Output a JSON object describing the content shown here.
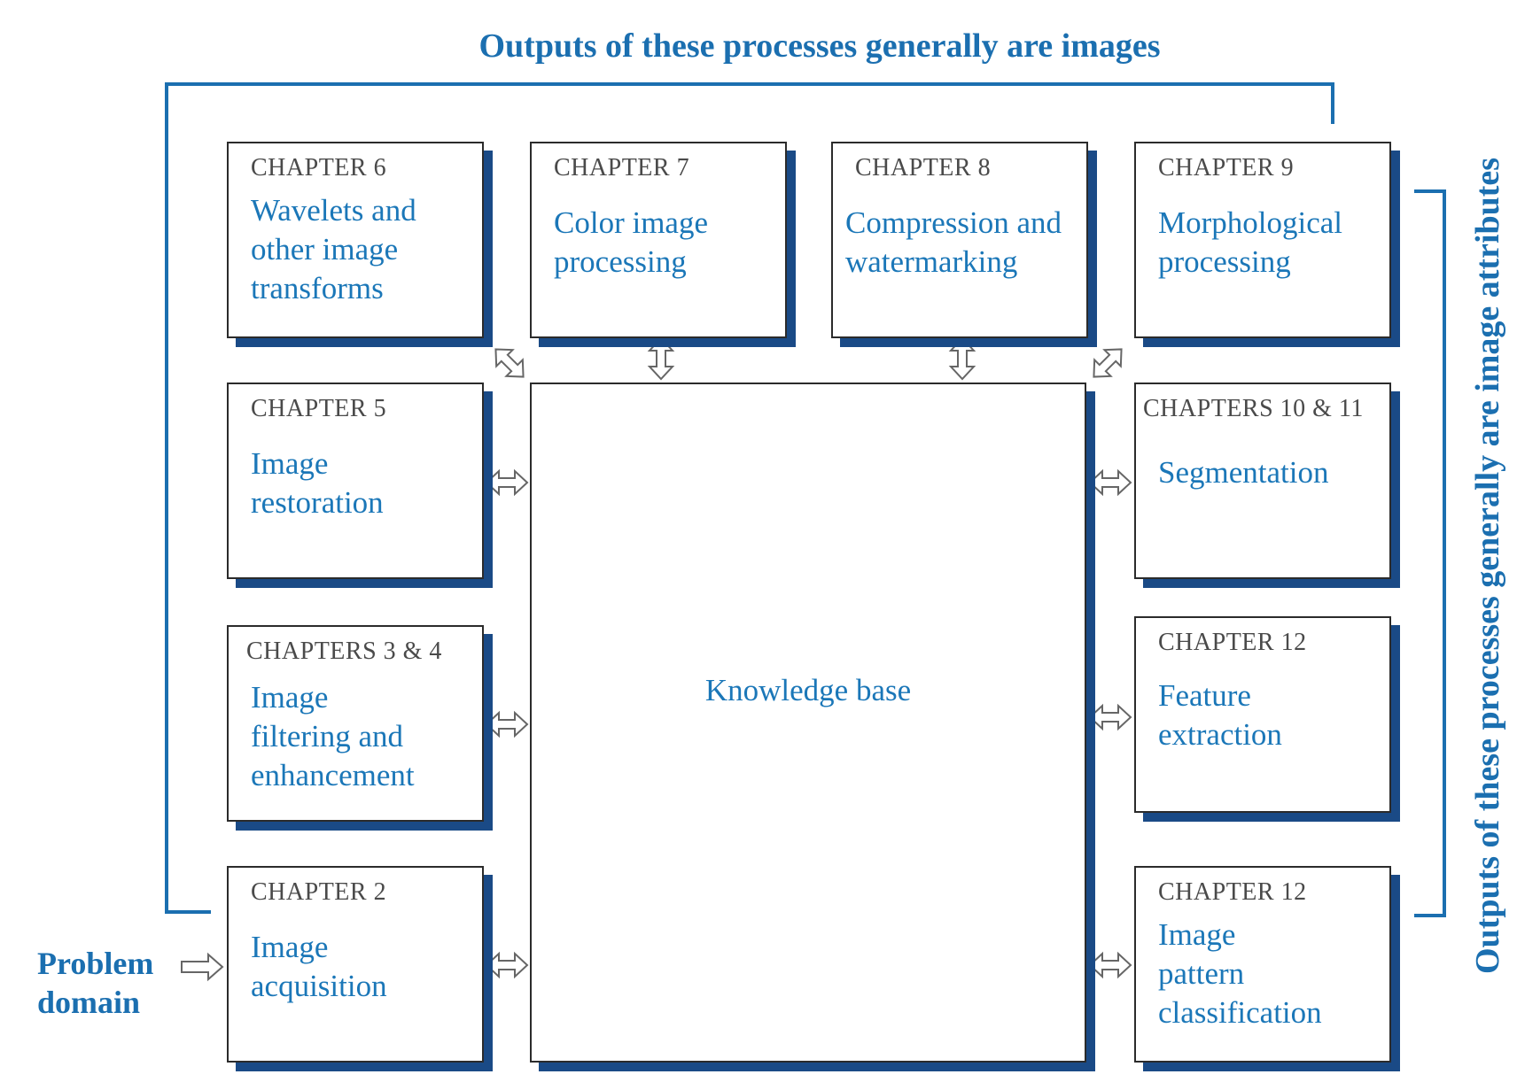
{
  "diagram": {
    "top_heading": "Outputs of these processes generally are images",
    "right_heading": "Outputs of these processes generally are image attributes",
    "problem_domain": [
      "Problem",
      "domain"
    ],
    "knowledge_base": "Knowledge base",
    "boxes": [
      {
        "chapter": "CHAPTER 6",
        "title": "Wavelets and\nother image\ntransforms"
      },
      {
        "chapter": "CHAPTER 7",
        "title": "Color image\nprocessing"
      },
      {
        "chapter": "CHAPTER 8",
        "title": "Compression and\nwatermarking"
      },
      {
        "chapter": "CHAPTER 9",
        "title": "Morphological\nprocessing"
      },
      {
        "chapter": "CHAPTER 5",
        "title": "Image\nrestoration"
      },
      {
        "chapter": "CHAPTERS 10 & 11",
        "title": "Segmentation"
      },
      {
        "chapter": "CHAPTERS 3 & 4",
        "title": "Image\nfiltering and\nenhancement"
      },
      {
        "chapter": "CHAPTER 12",
        "title": "Feature\nextraction"
      },
      {
        "chapter": "CHAPTER 2",
        "title": "Image\nacquisition"
      },
      {
        "chapter": "CHAPTER 12",
        "title": "Image\npattern\nclassification"
      }
    ],
    "colors": {
      "accent": "#1b77b8",
      "shadow": "#1a4a86",
      "line": "#1b6fb0"
    }
  }
}
